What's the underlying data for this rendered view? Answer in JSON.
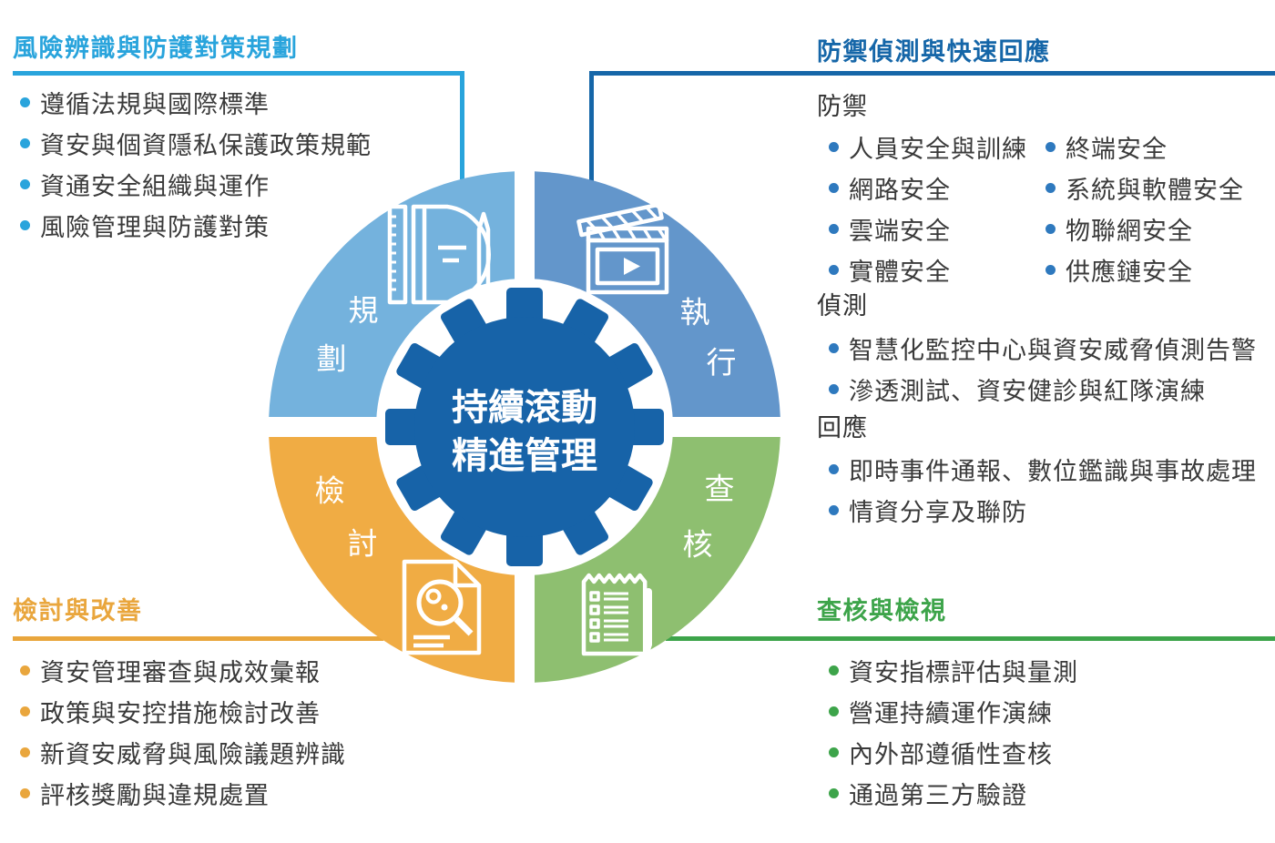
{
  "colors": {
    "plan-accent": "#29a4dc",
    "plan-fill": "#74b2dd",
    "defense-accent": "#1566a8",
    "defense-dot": "#2e79be",
    "do-fill": "#6396cb",
    "review-accent": "#e9a63d",
    "review-fill": "#f0ac44",
    "audit-accent": "#3da44a",
    "audit-fill": "#8ebf70",
    "gear-fill": "#1763a8",
    "text": "#3a3a3a"
  },
  "sections": {
    "plan": {
      "title": "風險辨識與防護對策規劃",
      "items": [
        "遵循法規與國際標準",
        "資安與個資隱私保護政策規範",
        "資通安全組織與運作",
        "風險管理與防護對策"
      ]
    },
    "defense": {
      "title": "防禦偵測與快速回應",
      "groups": [
        {
          "label": "防禦",
          "columns": [
            [
              "人員安全與訓練",
              "網路安全",
              "雲端安全",
              "實體安全"
            ],
            [
              "終端安全",
              "系統與軟體安全",
              "物聯網安全",
              "供應鏈安全"
            ]
          ]
        },
        {
          "label": "偵測",
          "items": [
            "智慧化監控中心與資安威脅偵測告警",
            "滲透測試、資安健診與紅隊演練"
          ]
        },
        {
          "label": "回應",
          "items": [
            "即時事件通報、數位鑑識與事故處理",
            "情資分享及聯防"
          ]
        }
      ]
    },
    "review": {
      "title": "檢討與改善",
      "items": [
        "資安管理審查與成效彙報",
        "政策與安控措施檢討改善",
        "新資安威脅與風險議題辨識",
        "評核獎勵與違規處置"
      ]
    },
    "audit": {
      "title": "查核與檢視",
      "items": [
        "資安指標評估與量測",
        "營運持續運作演練",
        "內外部遵循性查核",
        "通過第三方驗證"
      ]
    }
  },
  "wheel": {
    "center_line1": "持續滾動",
    "center_line2": "精進管理",
    "quadrants": {
      "plan": {
        "chars": [
          "規",
          "劃"
        ],
        "icon": "planner-icon"
      },
      "do": {
        "chars": [
          "執",
          "行"
        ],
        "icon": "clapperboard-icon"
      },
      "review": {
        "chars": [
          "檢",
          "討"
        ],
        "icon": "document-magnifier-icon"
      },
      "audit": {
        "chars": [
          "查",
          "核"
        ],
        "icon": "checklist-icon"
      }
    }
  }
}
